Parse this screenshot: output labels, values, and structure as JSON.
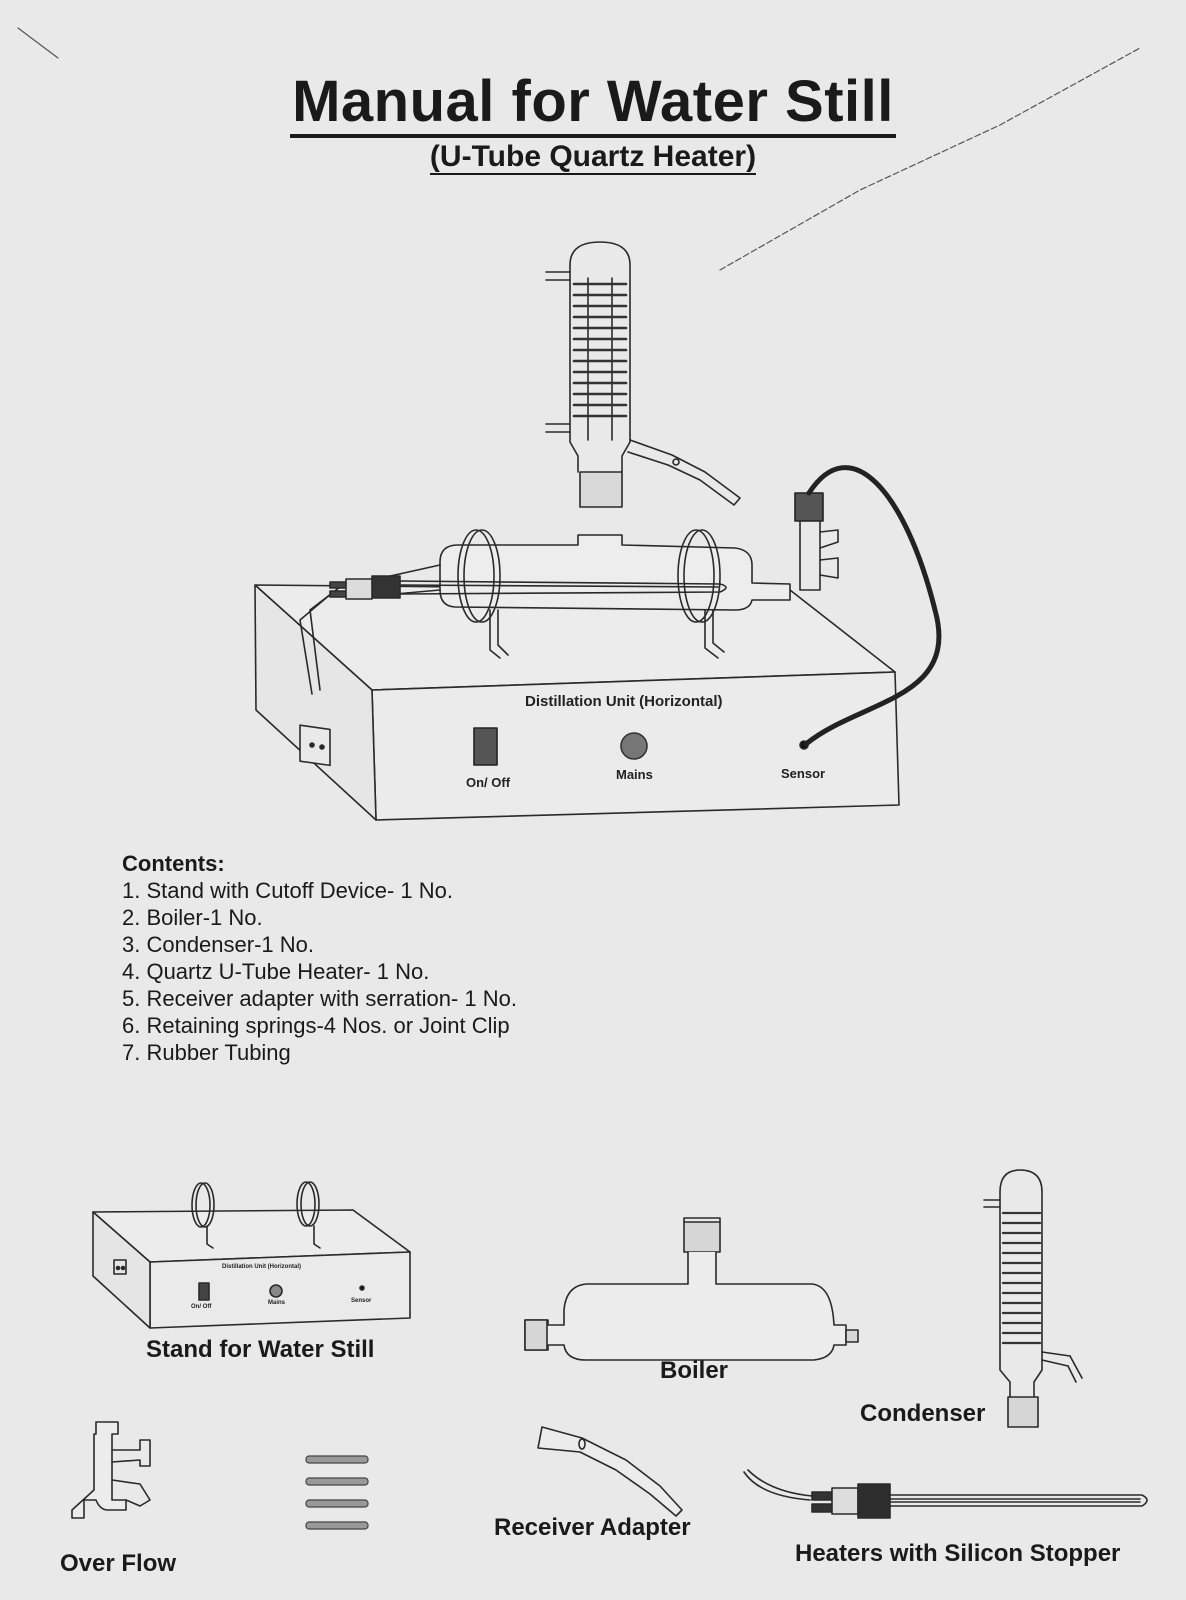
{
  "header": {
    "title": "Manual for Water Still",
    "subtitle": "(U-Tube Quartz Heater)"
  },
  "main_diagram": {
    "panel_label": "Distillation Unit (Horizontal)",
    "switch_label": "On/ Off",
    "mains_label": "Mains",
    "sensor_label": "Sensor"
  },
  "contents": {
    "heading": "Contents:",
    "items": [
      "1. Stand with Cutoff Device- 1 No.",
      "2. Boiler-1 No.",
      "3. Condenser-1 No.",
      "4. Quartz U-Tube Heater- 1 No.",
      "5. Receiver adapter with serration- 1 No.",
      "6. Retaining springs-4 Nos. or Joint Clip",
      "7. Rubber Tubing"
    ]
  },
  "parts": {
    "stand": {
      "caption": "Stand for Water Still",
      "panel_label": "Distillation Unit (Horizontal)",
      "switch_label": "On/ Off",
      "mains_label": "Mains",
      "sensor_label": "Sensor"
    },
    "boiler": {
      "caption": "Boiler"
    },
    "condenser": {
      "caption": "Condenser"
    },
    "overflow": {
      "caption": "Over Flow"
    },
    "receiver_adapter": {
      "caption": "Receiver Adapter"
    },
    "heaters": {
      "caption": "Heaters with Silicon Stopper"
    }
  }
}
